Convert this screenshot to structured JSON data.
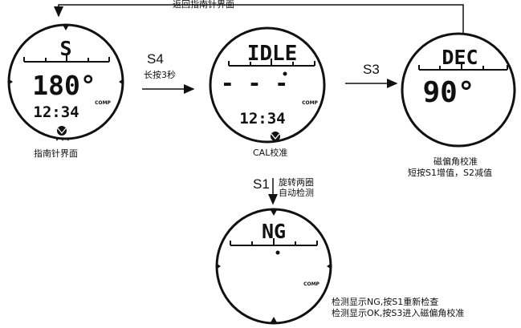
{
  "top_return_label": "返回指南针界面",
  "watches": {
    "compass": {
      "mode_letter": "S",
      "heading": "180°",
      "time": "12:34",
      "comp_label": "COMP",
      "caption": "指南针界面"
    },
    "calibration": {
      "title": "IDLE",
      "dashes": "- - -",
      "time": "12:34",
      "comp_label": "COMP",
      "caption": "CAL校准"
    },
    "declination": {
      "title": "DEC",
      "value": "90°",
      "caption_line1": "磁偏角校准",
      "caption_line2": "短按S1增值，S2减值"
    },
    "check": {
      "title": "NG",
      "comp_label": "COMP",
      "caption_line1": "检测显示NG,按S1重新检查",
      "caption_line2": "检测显示OK,按S3进入磁偏角校准"
    }
  },
  "arrows": {
    "s4": {
      "key": "S4",
      "note": "长按3秒"
    },
    "s3": {
      "key": "S3"
    },
    "s1": {
      "key": "S1",
      "note_line1": "旋转两圈",
      "note_line2": "自动检测"
    }
  },
  "colors": {
    "ink": "#111111",
    "background": "#ffffff"
  }
}
